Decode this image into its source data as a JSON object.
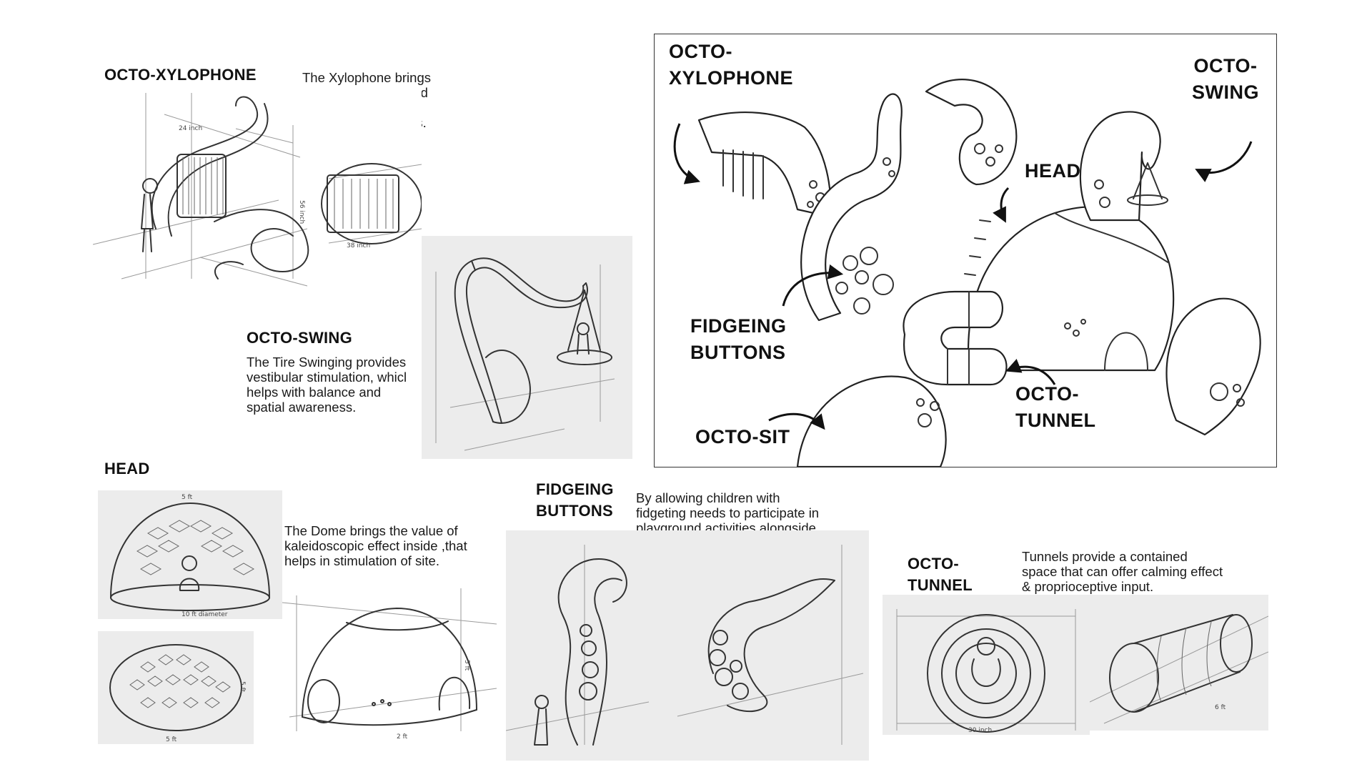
{
  "sections": {
    "xylophone": {
      "title": "OCTO-XYLOPHONE",
      "description": "The Xylophone brings\nthe value of calm and\nsoothing effect in\nauditory stimulations."
    },
    "swing": {
      "title": "OCTO-SWING",
      "description": "The Tire Swinging provides\nvestibular stimulation, whicl\nhelps with balance and\nspatial awareness."
    },
    "head": {
      "title": "HEAD",
      "description": "The Dome brings the value of\nkaleidoscopic effect inside ,that\nhelps in stimulation of site."
    },
    "fidgeting": {
      "title": "FIDGEING\nBUTTONS",
      "description": "By allowing children with\nfidgeting needs to participate in\nplayground activities alongside\ntheir peers."
    },
    "tunnel": {
      "title": "OCTO-\nTUNNEL",
      "description": "Tunnels provide a contained\nspace that can offer calming effect\n& proprioceptive input."
    }
  },
  "overview": {
    "labels": {
      "xylophone": "OCTO-\nXYLOPHONE",
      "swing": "OCTO-\nSWING",
      "head": "HEAD",
      "fidgeting": "FIDGEING\nBUTTONS",
      "tunnel": "OCTO-\nTUNNEL",
      "sit": "OCTO-SIT"
    }
  },
  "dimensions": {
    "xylophone_width": "24 inch",
    "xylophone_height": "56 inch",
    "xylophone_depth": "38 inch",
    "dome_width": "5 ft",
    "dome_height": "5 ft",
    "dome_depth": "2 ft",
    "dome_diameter": "10 ft diameter",
    "tunnel_size": "30 inch",
    "tunnel_length": "6 ft"
  },
  "colors": {
    "card_bg": "#ececec",
    "line": "#333333",
    "text": "#111111"
  }
}
